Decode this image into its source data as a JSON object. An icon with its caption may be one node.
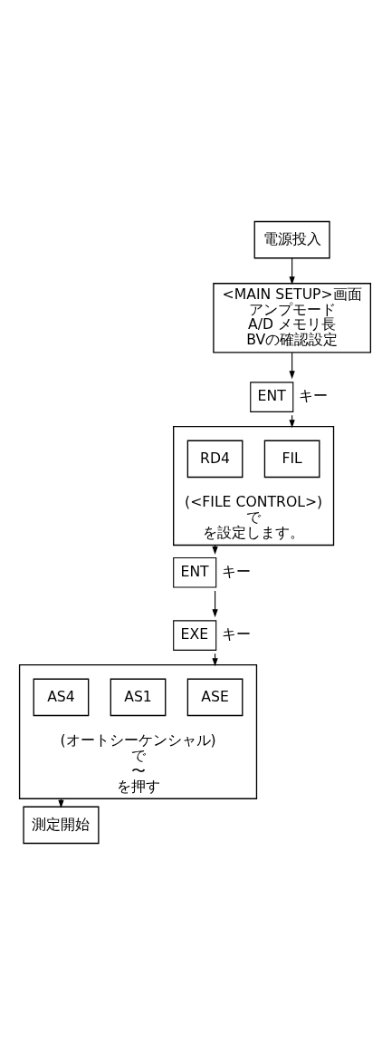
{
  "diagram": {
    "nodes": [
      {
        "text": [
          "電源投入"
        ]
      },
      {
        "text": [
          "<MAIN SETUP>画面",
          "アンプモード",
          "A/D メモリ長",
          "BVの確認設定"
        ]
      },
      {
        "text": [
          "ENT"
        ],
        "beside": [
          "キー"
        ]
      },
      {
        "text": [
          "(<FILE CONTROL>)",
          "で",
          "を設定します。"
        ]
      },
      {
        "text": [
          "FIL"
        ],
        "in": 3
      },
      {
        "text": [
          "RD4"
        ],
        "in": 3
      },
      {
        "text": [
          "ENT"
        ],
        "beside": [
          "キー"
        ]
      },
      {
        "text": [
          "EXE"
        ],
        "beside": [
          "キー"
        ]
      },
      {
        "text": [
          "(オートシーケンシャル)",
          "で",
          "〜",
          "を押す"
        ]
      },
      {
        "text": [
          "ASE"
        ],
        "in": 8
      },
      {
        "text": [
          "AS1"
        ],
        "in": 8
      },
      {
        "text": [
          "AS4"
        ],
        "in": 8
      },
      {
        "text": [
          "測定開始"
        ]
      }
    ],
    "edges": [
      {
        "from": 0,
        "to": 1,
        "arrow": "to"
      },
      {
        "from": 1,
        "to": 2,
        "arrow": "to"
      },
      {
        "from": 2,
        "to": 3,
        "arrow": "to"
      },
      {
        "from": 3,
        "to": 6,
        "arrow": "to"
      },
      {
        "from": 6,
        "to": 7,
        "arrow": "to"
      },
      {
        "from": 7,
        "to": 8,
        "arrow": "to"
      },
      {
        "from": 8,
        "to": 12,
        "arrow": "to"
      }
    ]
  }
}
